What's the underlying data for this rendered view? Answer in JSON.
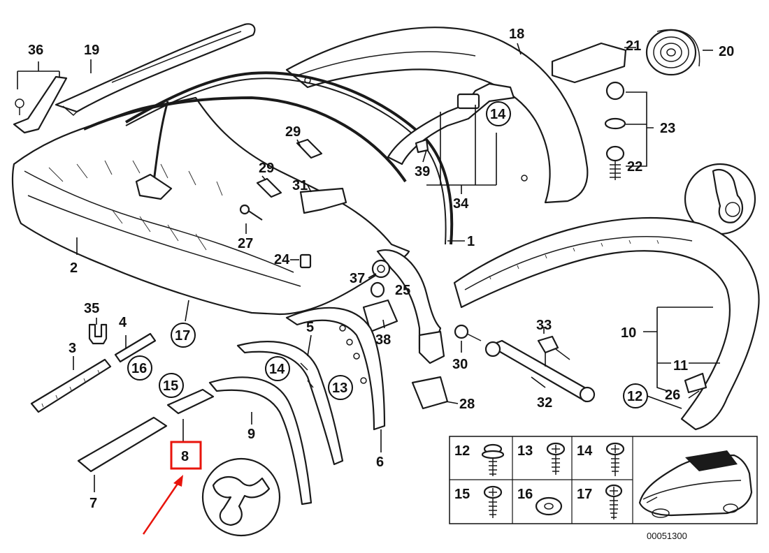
{
  "callouts": {
    "c1": "1",
    "c2": "2",
    "c3": "3",
    "c4": "4",
    "c5": "5",
    "c6": "6",
    "c7": "7",
    "c8": "8",
    "c9": "9",
    "c10": "10",
    "c11": "11",
    "c12": "12",
    "c13": "13",
    "c14": "14",
    "c15": "15",
    "c16": "16",
    "c17": "17",
    "c18": "18",
    "c19": "19",
    "c20": "20",
    "c21": "21",
    "c22": "22",
    "c23": "23",
    "c24": "24",
    "c25": "25",
    "c26": "26",
    "c27": "27",
    "c28": "28",
    "c29": "29",
    "c30": "30",
    "c31": "31",
    "c32": "32",
    "c33": "33",
    "c34": "34",
    "c35": "35",
    "c36": "36",
    "c37": "37",
    "c38": "38",
    "c39": "39"
  },
  "legend_grid": {
    "cells": [
      "12",
      "13",
      "14",
      "15",
      "16",
      "17"
    ]
  },
  "diagram_id": "00051300",
  "highlight": {
    "label": "8",
    "color": "#e8140c"
  },
  "colors": {
    "line": "#1a1a1a",
    "highlight": "#e8140c",
    "roof": "#1a1a1a"
  }
}
